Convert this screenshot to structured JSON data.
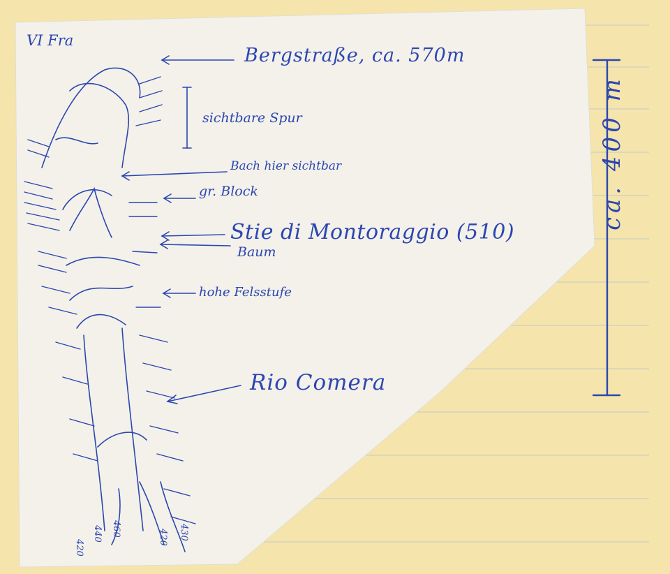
{
  "colors": {
    "pad_background": "#f5e5ac",
    "pad_rule": "#c4c9c6",
    "paper": "#f3f1ea",
    "ink": "#2c46b0"
  },
  "sketch": {
    "corner_label": "VI Fra",
    "labels": {
      "bergstrasse": "Bergstraße, ca. 570m",
      "spur": "sichtbare Spur",
      "bach": "Bach hier sichtbar",
      "block": "gr. Block",
      "stie": "Stie di Montoraggio (510)",
      "baum": "Baum",
      "fels": "hohe Felsstufe",
      "rio": "Rio Comera"
    },
    "scale_label": "ca. 400 m",
    "heights": [
      "420",
      "440",
      "460",
      "420",
      "430"
    ]
  }
}
